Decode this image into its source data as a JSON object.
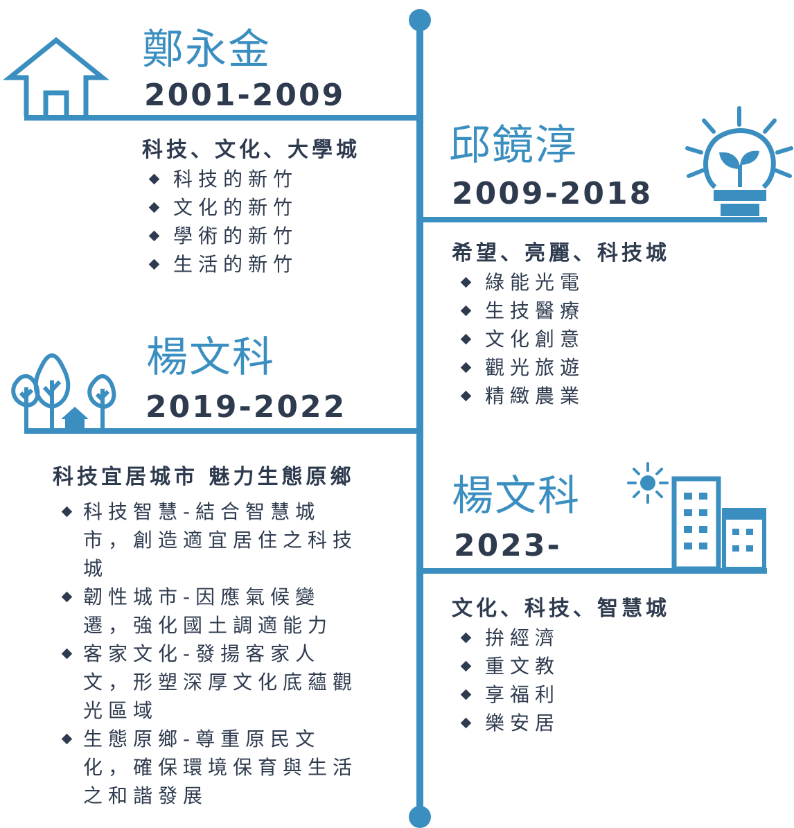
{
  "accent_color": "#3a8ec0",
  "text_color": "#2e3a4e",
  "entries": [
    {
      "name": "鄭永金",
      "years": "2001-2009",
      "icon": "house-icon",
      "theme": "科技、文化、大學城",
      "items": [
        "科技的新竹",
        "文化的新竹",
        "學術的新竹",
        "生活的新竹"
      ]
    },
    {
      "name": "邱鏡淳",
      "years": "2009-2018",
      "icon": "lightbulb-sprout-icon",
      "theme": "希望、亮麗、科技城",
      "items": [
        "綠能光電",
        "生技醫療",
        "文化創意",
        "觀光旅遊",
        "精緻農業"
      ]
    },
    {
      "name": "楊文科",
      "years": "2019-2022",
      "icon": "trees-house-icon",
      "theme": "科技宜居城市 魅力生態原鄉",
      "items": [
        "科技智慧-結合智慧城市，創造適宜居住之科技城",
        "韌性城市-因應氣候變遷，強化國土調適能力",
        "客家文化-發揚客家人文，形塑深厚文化底蘊觀光區域",
        "生態原鄉-尊重原民文化，確保環境保育與生活之和諧發展"
      ]
    },
    {
      "name": "楊文科",
      "years": "2023-",
      "icon": "city-sun-icon",
      "theme": "文化、科技、智慧城",
      "items": [
        "拚經濟",
        "重文教",
        "享福利",
        "樂安居"
      ]
    }
  ]
}
